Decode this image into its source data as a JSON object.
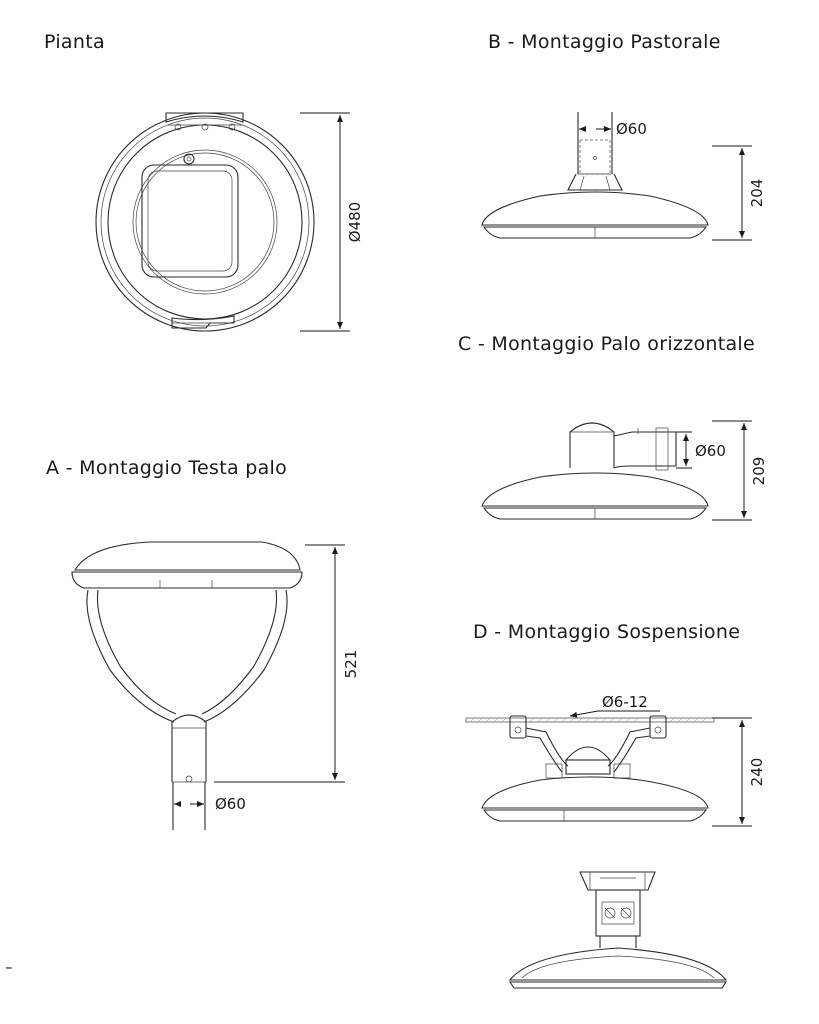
{
  "titles": {
    "pianta": "Pianta",
    "b": "B - Montaggio Pastorale",
    "c": "C - Montaggio Palo orizzontale",
    "a": "A - Montaggio Testa palo",
    "d": "D - Montaggio Sospensione"
  },
  "dimensions": {
    "plan_diameter": "Ø480",
    "b_pole": "Ø60",
    "b_height": "204",
    "c_pole": "Ø60",
    "c_height": "209",
    "a_height": "521",
    "a_pole": "Ø60",
    "d_cable": "Ø6-12",
    "d_height": "240"
  },
  "footer_mark": "–"
}
